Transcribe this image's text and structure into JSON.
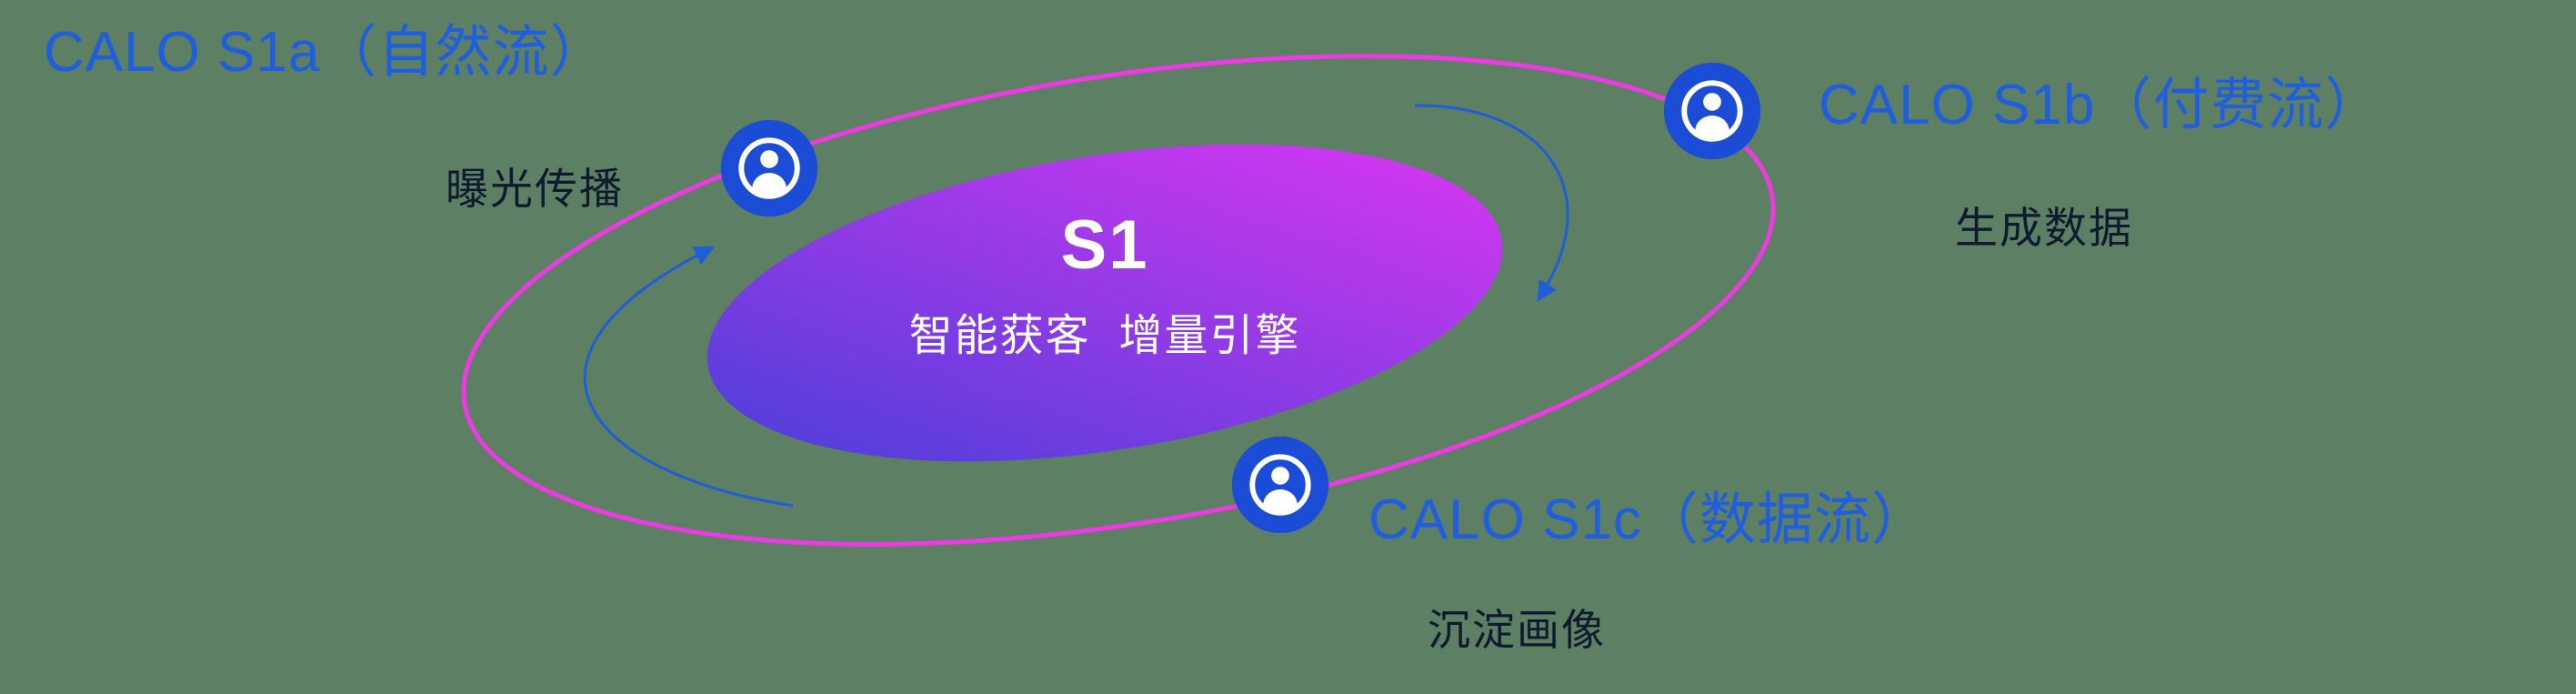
{
  "colors": {
    "background": "#5d7f63",
    "title_blue": "#1f5ede",
    "subtitle_dark": "#0e1b2e",
    "orbit_pink": "#ec3be2",
    "node_blue": "#1a4cd6",
    "arrow_blue": "#1e5ed8",
    "gradient_start": "#4a3fd9",
    "gradient_end": "#da36f2",
    "center_text": "#ffffff"
  },
  "center": {
    "title": "S1",
    "subtitle": "智能获客  增量引擎"
  },
  "nodes": [
    {
      "id": "s1a",
      "title": "CALO S1a（自然流）",
      "subtitle": "曝光传播",
      "icon": "user-icon"
    },
    {
      "id": "s1b",
      "title": "CALO S1b（付费流）",
      "subtitle": "生成数据",
      "icon": "user-icon"
    },
    {
      "id": "s1c",
      "title": "CALO S1c（数据流）",
      "subtitle": "沉淀画像",
      "icon": "user-icon"
    }
  ],
  "arrows": [
    {
      "id": "flow-arrow-left",
      "direction": "counter-clockwise up toward S1a"
    },
    {
      "id": "flow-arrow-right",
      "direction": "clockwise down from S1b"
    }
  ]
}
